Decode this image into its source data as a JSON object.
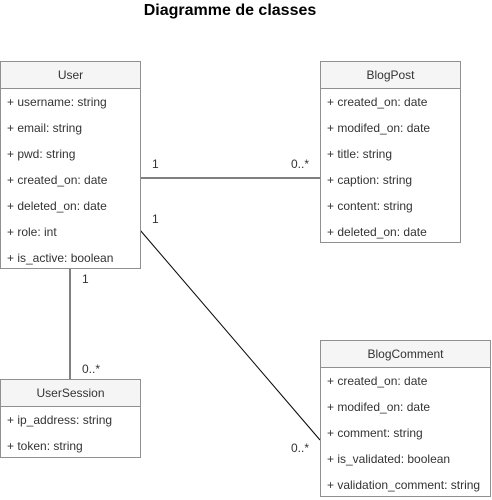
{
  "title": "Diagramme de classes",
  "classes": {
    "user": {
      "name": "User",
      "attributes": [
        "+ username: string",
        "+ email: string",
        "+ pwd: string",
        "+ created_on: date",
        "+ deleted_on: date",
        "+ role: int",
        "+ is_active: boolean"
      ]
    },
    "blogpost": {
      "name": "BlogPost",
      "attributes": [
        "+ created_on: date",
        "+ modifed_on: date",
        "+ title: string",
        "+ caption: string",
        "+ content: string",
        "+ deleted_on: date"
      ]
    },
    "usersession": {
      "name": "UserSession",
      "attributes": [
        "+ ip_address: string",
        "+ token: string"
      ]
    },
    "blogcomment": {
      "name": "BlogComment",
      "attributes": [
        "+ created_on: date",
        "+ modifed_on: date",
        "+ comment: string",
        "+ is_validated: boolean",
        "+ validation_comment: string"
      ]
    }
  },
  "multiplicities": {
    "user_blogpost_source": "1",
    "user_blogpost_target": "0..*",
    "user_blogcomment_source": "1",
    "user_blogcomment_target": "0..*",
    "user_usersession_source": "1",
    "user_usersession_target": "0..*"
  },
  "colors": {
    "border": "#909090",
    "header_bg": "#f5f5f5",
    "line": "#000000"
  }
}
